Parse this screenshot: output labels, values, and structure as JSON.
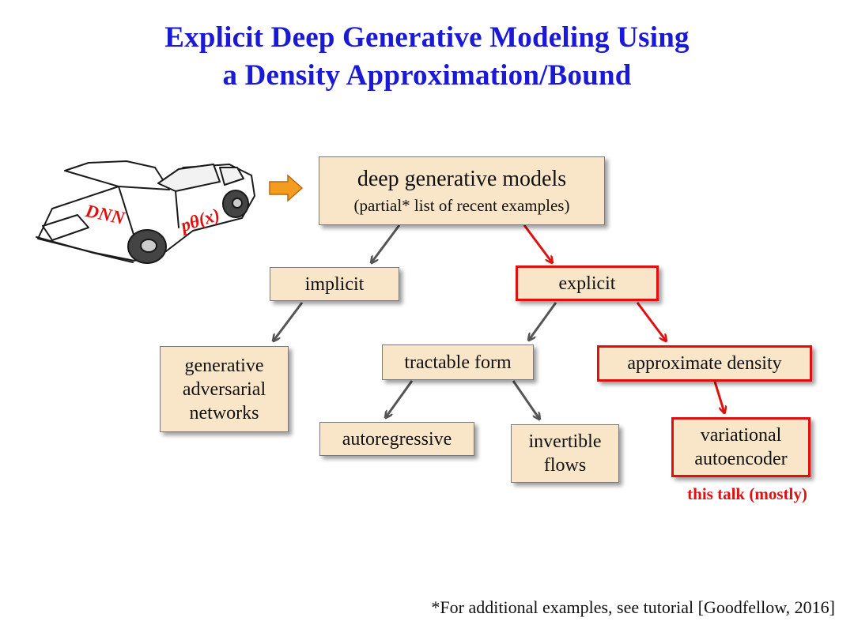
{
  "title": {
    "line1": "Explicit Deep Generative Modeling Using",
    "line2": "a Density Approximation/Bound"
  },
  "car": {
    "hood_label": "DNN",
    "door_label": "pθ(x)"
  },
  "nodes": {
    "root": {
      "line1": "deep generative models",
      "line2": "(partial* list of recent examples)"
    },
    "implicit": {
      "label": "implicit"
    },
    "explicit": {
      "label": "explicit"
    },
    "gan": {
      "line1": "generative",
      "line2": "adversarial",
      "line3": "networks"
    },
    "tractable": {
      "label": "tractable form"
    },
    "approximate": {
      "label": "approximate density"
    },
    "autoregressive": {
      "label": "autoregressive"
    },
    "flows": {
      "line1": "invertible",
      "line2": "flows"
    },
    "vae": {
      "line1": "variational",
      "line2": "autoencoder"
    }
  },
  "annotation": "this talk (mostly)",
  "footnote": "*For additional examples, see tutorial [Goodfellow, 2016]",
  "colors": {
    "title": "#1a1ad6",
    "box_fill": "#f9e6c8",
    "highlight": "#e01010",
    "arrow": "#555555",
    "pointer_arrow": "#f39c1f"
  }
}
